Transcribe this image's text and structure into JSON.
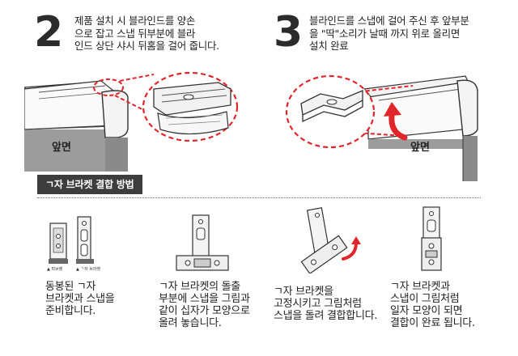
{
  "step2": {
    "number": "2",
    "text": "제품 설치 시 블라인드를 양손\n으로 잡고 스냅 뒤부분에 블라\n인드 상단 샤시 뒤홈을 걸어 줍니다.",
    "front_label": "앞면"
  },
  "step3": {
    "number": "3",
    "text": "블라인드를 스냅에 걸어 주신 후 앞부분\n을 \"딱\"소리가 날때 까지 위로 올리면\n설치 완료",
    "front_label": "앞면"
  },
  "section": {
    "title": "ㄱ자 브라켓 결합 방법"
  },
  "bracket_steps": [
    {
      "caption": "동봉된 ㄱ자\n브라켓과 스냅을\n준비합니다.",
      "small_labels": [
        "▲ 피브랫",
        "▲ ㄱ자 브라켓"
      ]
    },
    {
      "caption": "ㄱ자 브라켓의 돌출\n부분에 스냅을 그림과\n같이 십자가 모양으로\n올려 놓습니다."
    },
    {
      "caption": "ㄱ자 브라켓을\n고정시키고 그림처럼\n스냅을 돌려 결합합니다."
    },
    {
      "caption": "ㄱ자 브라켓과\n스냅이 그림처럼\n일자 모양이 되면\n결합이 완료 됩니다."
    }
  ],
  "colors": {
    "accent_red": "#e0262a",
    "tag_bg": "#3d3d3d",
    "text": "#222222"
  }
}
